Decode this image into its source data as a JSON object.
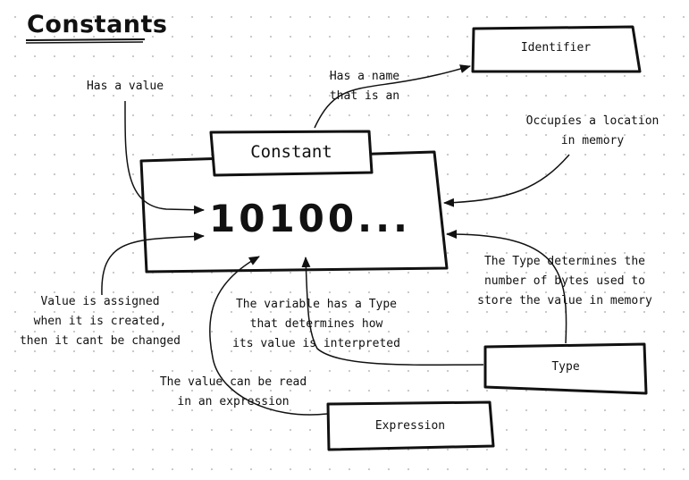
{
  "title": "Constants",
  "nodes": {
    "constant": "Constant",
    "value": "10100...",
    "identifier": "Identifier",
    "type": "Type",
    "expression": "Expression"
  },
  "labels": {
    "has_value": "Has a value",
    "has_name": [
      "Has a name",
      "that is an"
    ],
    "occupies": [
      "Occupies a location",
      "in memory"
    ],
    "type_bytes": [
      "The Type determines the",
      "number of bytes used to",
      "store the value in memory"
    ],
    "assigned": [
      "Value is assigned",
      "when it is created,",
      "then it cant be changed"
    ],
    "variable_type": [
      "The variable has a Type",
      "that determines how",
      "its value is interpreted"
    ],
    "read": [
      "The value can be read",
      "in an expression"
    ]
  }
}
